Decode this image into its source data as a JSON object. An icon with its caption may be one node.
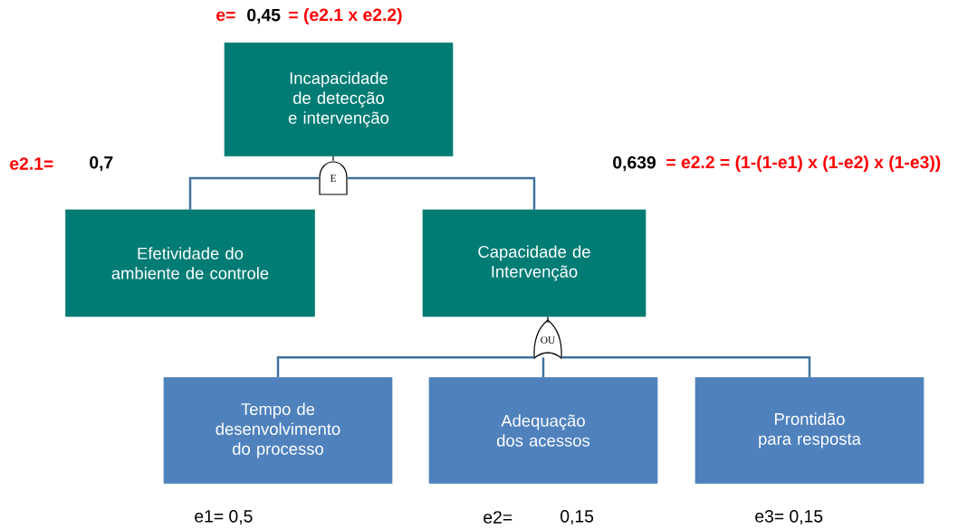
{
  "diagram": {
    "nodes": [
      {
        "text": [
          "Incapacidade de detecção e intervenção"
        ]
      },
      {
        "text": [
          "E"
        ]
      },
      {
        "text": [
          "Efetividade do ambiente de controle"
        ]
      },
      {
        "text": [
          "Capacidade de Intervenção"
        ]
      },
      {
        "text": [
          "OU"
        ]
      },
      {
        "text": [
          "Tempo de desenvolvimento do processo"
        ]
      },
      {
        "text": [
          "Adequação dos acessos"
        ]
      },
      {
        "text": [
          "Prontidão para resposta"
        ]
      }
    ],
    "edges": [
      {
        "from": 0,
        "to": 1,
        "arrow": "none",
        "color": "#000000"
      },
      {
        "from": 1,
        "to": 2,
        "arrow": "none"
      },
      {
        "from": 1,
        "to": 3,
        "arrow": "none"
      },
      {
        "from": 3,
        "to": 4,
        "arrow": "none",
        "color": "#000000"
      },
      {
        "from": 4,
        "to": 5,
        "arrow": "none"
      },
      {
        "from": 4,
        "to": 6,
        "arrow": "none"
      },
      {
        "from": 4,
        "to": 7,
        "arrow": "none"
      }
    ],
    "labels": [
      "e=",
      "0,45",
      "= (e2.1 x e2.2)",
      "e2.1=",
      "0,7",
      "0,639",
      "= e2.2 = (1-(1-e1) x (1-e2) x (1-e3))",
      "e1= 0,5",
      "e2=",
      "0,15",
      "e3= 0,15"
    ]
  }
}
